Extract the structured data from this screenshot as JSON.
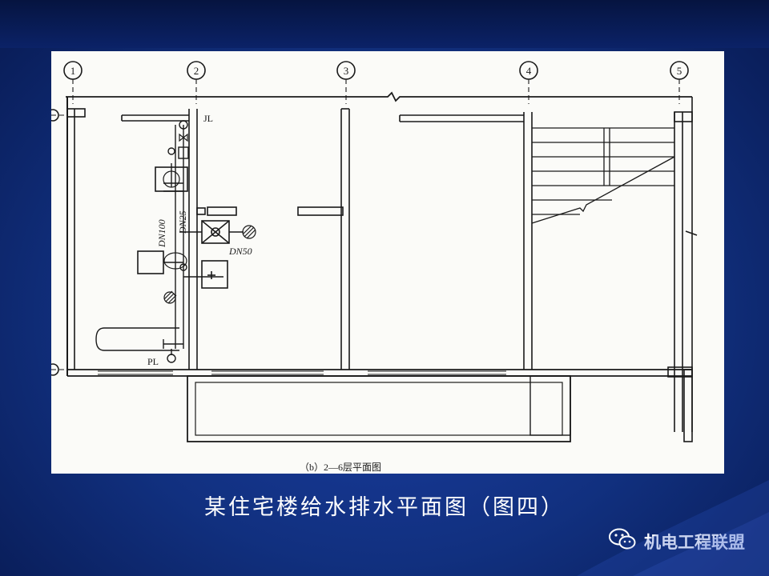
{
  "drawing": {
    "axis_labels": [
      "1",
      "2",
      "3",
      "4",
      "5"
    ],
    "pipe_labels": {
      "jl": "JL",
      "pl": "PL",
      "dn100": "DN100",
      "dn25": "DN25",
      "dn50": "DN50"
    },
    "sub_caption": "（b）2—6层平面图"
  },
  "caption": "某住宅楼给水排水平面图（图四）",
  "brand": {
    "name": "机电工程联盟",
    "icon": "wechat-icon"
  },
  "colors": {
    "slide_background": "#11307f",
    "caption_text": "#ffffff",
    "drawing_lines": "#1a1a1a"
  }
}
